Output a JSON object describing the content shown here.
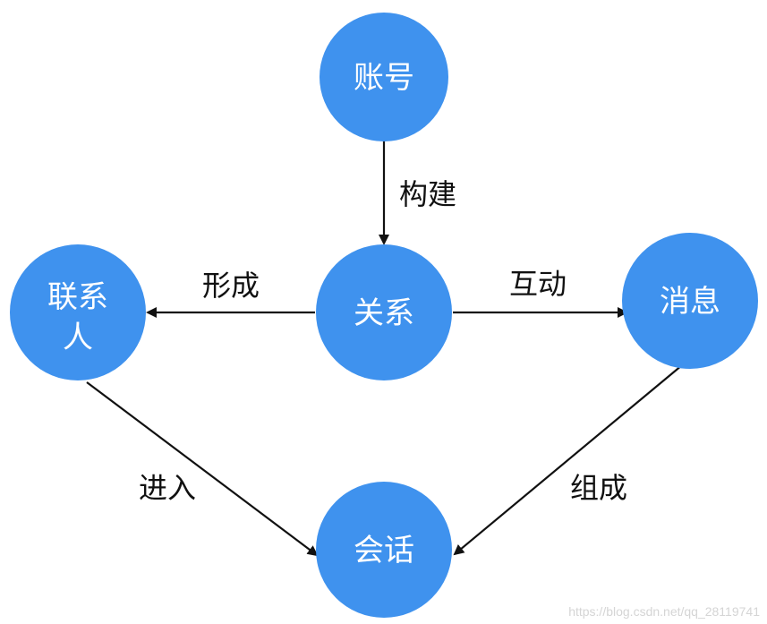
{
  "nodes": {
    "account": "账号",
    "relation": "关系",
    "contact_line1": "联系",
    "contact_line2": "人",
    "message": "消息",
    "session": "会话"
  },
  "edges": {
    "build": "构建",
    "form": "形成",
    "interact": "互动",
    "enter": "进入",
    "compose": "组成"
  },
  "watermark": "https://blog.csdn.net/qq_28119741",
  "colors": {
    "node_fill": "#3f92ee",
    "node_text": "#ffffff",
    "edge": "#111111"
  }
}
